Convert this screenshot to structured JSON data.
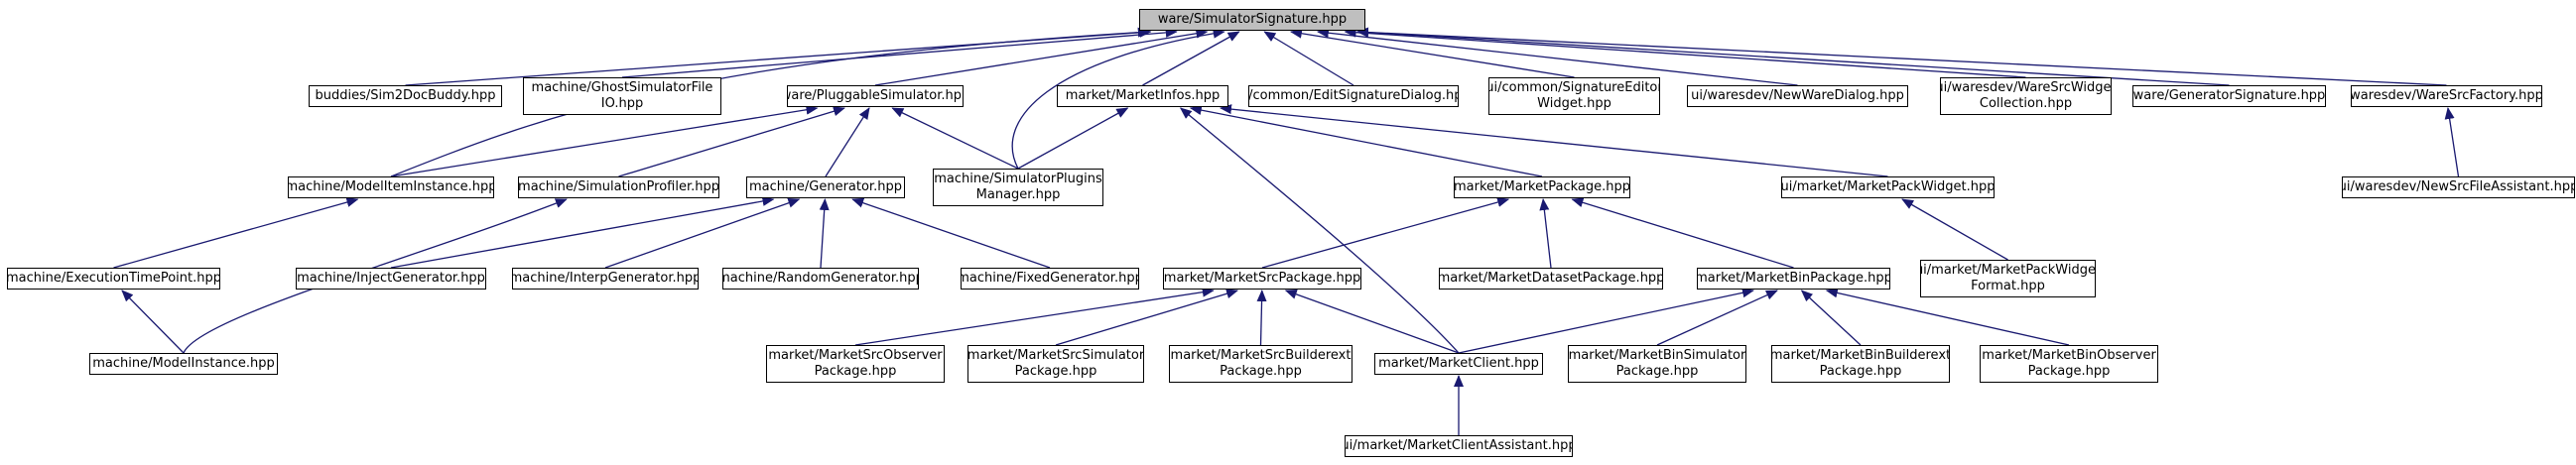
{
  "nodes": [
    {
      "id": "root",
      "text": "ware/SimulatorSignature.hpp",
      "root": true
    },
    {
      "id": "sim2doc",
      "text": "buddies/Sim2DocBuddy.hpp"
    },
    {
      "id": "ghost",
      "text": "machine/GhostSimulatorFile\nIO.hpp"
    },
    {
      "id": "pluggable",
      "text": "ware/PluggableSimulator.hpp"
    },
    {
      "id": "marketinfos",
      "text": "market/MarketInfos.hpp"
    },
    {
      "id": "editsig",
      "text": "ui/common/EditSignatureDialog.hpp"
    },
    {
      "id": "sigeditor",
      "text": "ui/common/SignatureEditor\nWidget.hpp"
    },
    {
      "id": "newware",
      "text": "ui/waresdev/NewWareDialog.hpp"
    },
    {
      "id": "waresrcwidget",
      "text": "ui/waresdev/WareSrcWidget\nCollection.hpp"
    },
    {
      "id": "gensig",
      "text": "ware/GeneratorSignature.hpp"
    },
    {
      "id": "waresrcfactory",
      "text": "waresdev/WareSrcFactory.hpp"
    },
    {
      "id": "modelitem",
      "text": "machine/ModelItemInstance.hpp"
    },
    {
      "id": "simprofiler",
      "text": "machine/SimulationProfiler.hpp"
    },
    {
      "id": "generator",
      "text": "machine/Generator.hpp"
    },
    {
      "id": "simplugins",
      "text": "machine/SimulatorPlugins\nManager.hpp"
    },
    {
      "id": "marketpackage",
      "text": "market/MarketPackage.hpp"
    },
    {
      "id": "marketpackwidget",
      "text": "ui/market/MarketPackWidget.hpp"
    },
    {
      "id": "newsrcfile",
      "text": "ui/waresdev/NewSrcFileAssistant.hpp"
    },
    {
      "id": "exectime",
      "text": "machine/ExecutionTimePoint.hpp"
    },
    {
      "id": "injectgen",
      "text": "machine/InjectGenerator.hpp"
    },
    {
      "id": "interpgen",
      "text": "machine/InterpGenerator.hpp"
    },
    {
      "id": "randomgen",
      "text": "machine/RandomGenerator.hpp"
    },
    {
      "id": "fixedgen",
      "text": "machine/FixedGenerator.hpp"
    },
    {
      "id": "srcpackage",
      "text": "market/MarketSrcPackage.hpp"
    },
    {
      "id": "datasetpackage",
      "text": "market/MarketDatasetPackage.hpp"
    },
    {
      "id": "binpackage",
      "text": "market/MarketBinPackage.hpp"
    },
    {
      "id": "packwidgetformat",
      "text": "ui/market/MarketPackWidget\nFormat.hpp"
    },
    {
      "id": "modelinstance",
      "text": "machine/ModelInstance.hpp"
    },
    {
      "id": "srcobserver",
      "text": "market/MarketSrcObserver\nPackage.hpp"
    },
    {
      "id": "srcsimulator",
      "text": "market/MarketSrcSimulator\nPackage.hpp"
    },
    {
      "id": "srcbuilderext",
      "text": "market/MarketSrcBuilderext\nPackage.hpp"
    },
    {
      "id": "marketclient",
      "text": "market/MarketClient.hpp"
    },
    {
      "id": "binsimulator",
      "text": "market/MarketBinSimulator\nPackage.hpp"
    },
    {
      "id": "binbuilderext",
      "text": "market/MarketBinBuilderext\nPackage.hpp"
    },
    {
      "id": "binobserver",
      "text": "market/MarketBinObserver\nPackage.hpp"
    },
    {
      "id": "clientassistant",
      "text": "ui/market/MarketClientAssistant.hpp"
    }
  ],
  "edges": [
    [
      "sim2doc",
      "root"
    ],
    [
      "ghost",
      "root"
    ],
    [
      "pluggable",
      "root"
    ],
    [
      "marketinfos",
      "root"
    ],
    [
      "editsig",
      "root"
    ],
    [
      "sigeditor",
      "root"
    ],
    [
      "newware",
      "root"
    ],
    [
      "waresrcwidget",
      "root"
    ],
    [
      "gensig",
      "root"
    ],
    [
      "waresrcfactory",
      "root"
    ],
    [
      "modelitem",
      "root"
    ],
    [
      "simplugins",
      "root"
    ],
    [
      "modelitem",
      "pluggable"
    ],
    [
      "simprofiler",
      "pluggable"
    ],
    [
      "generator",
      "pluggable"
    ],
    [
      "simplugins",
      "pluggable"
    ],
    [
      "simplugins",
      "marketinfos"
    ],
    [
      "marketpackage",
      "marketinfos"
    ],
    [
      "marketpackwidget",
      "marketinfos"
    ],
    [
      "marketclient",
      "marketinfos"
    ],
    [
      "newsrcfile",
      "waresrcfactory"
    ],
    [
      "exectime",
      "modelitem"
    ],
    [
      "modelinstance",
      "simprofiler"
    ],
    [
      "injectgen",
      "generator"
    ],
    [
      "interpgen",
      "generator"
    ],
    [
      "randomgen",
      "generator"
    ],
    [
      "fixedgen",
      "generator"
    ],
    [
      "srcpackage",
      "marketpackage"
    ],
    [
      "datasetpackage",
      "marketpackage"
    ],
    [
      "binpackage",
      "marketpackage"
    ],
    [
      "packwidgetformat",
      "marketpackwidget"
    ],
    [
      "modelinstance",
      "exectime"
    ],
    [
      "srcobserver",
      "srcpackage"
    ],
    [
      "srcsimulator",
      "srcpackage"
    ],
    [
      "srcbuilderext",
      "srcpackage"
    ],
    [
      "marketclient",
      "srcpackage"
    ],
    [
      "marketclient",
      "binpackage"
    ],
    [
      "binsimulator",
      "binpackage"
    ],
    [
      "binbuilderext",
      "binpackage"
    ],
    [
      "binobserver",
      "binpackage"
    ],
    [
      "clientassistant",
      "marketclient"
    ]
  ],
  "colors": {
    "edge": "#191970",
    "node_border": "#000000",
    "root_fill": "#bfbfbf",
    "node_fill": "#ffffff"
  }
}
